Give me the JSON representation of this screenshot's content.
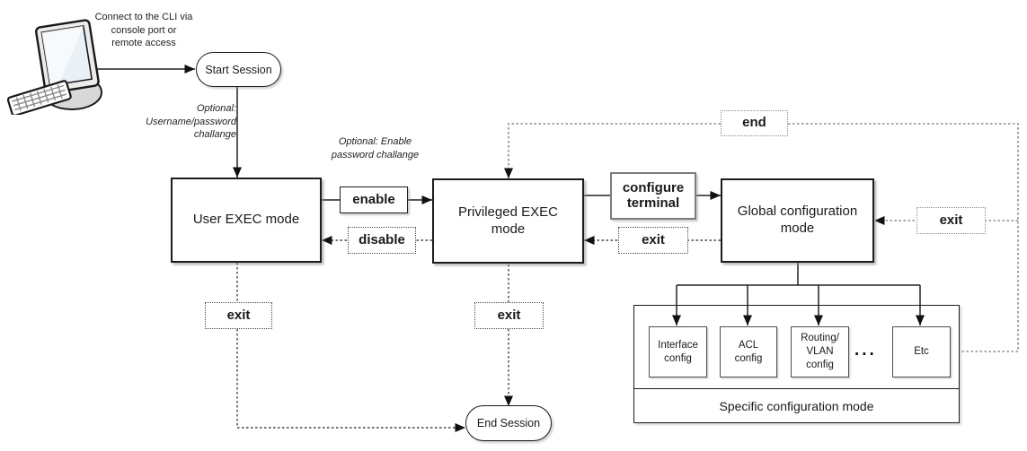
{
  "diagram": {
    "notes": {
      "connect": "Connect to the CLI via console port or remote access",
      "optional_login": "Optional: Username/password challange",
      "optional_enable": "Optional: Enable password challange"
    },
    "terminals": {
      "start": "Start Session",
      "end": "End Session"
    },
    "modes": {
      "user_exec": "User EXEC mode",
      "privileged_exec": "Privileged EXEC mode",
      "global_config": "Global configuration mode",
      "specific_config": "Specific configuration mode"
    },
    "commands": {
      "enable": "enable",
      "disable": "disable",
      "configure_terminal": "configure terminal",
      "exit": "exit",
      "end": "end"
    },
    "submodes": [
      "Interface config",
      "ACL config",
      "Routing/ VLAN config",
      "Etc"
    ],
    "ellipsis": "..."
  }
}
